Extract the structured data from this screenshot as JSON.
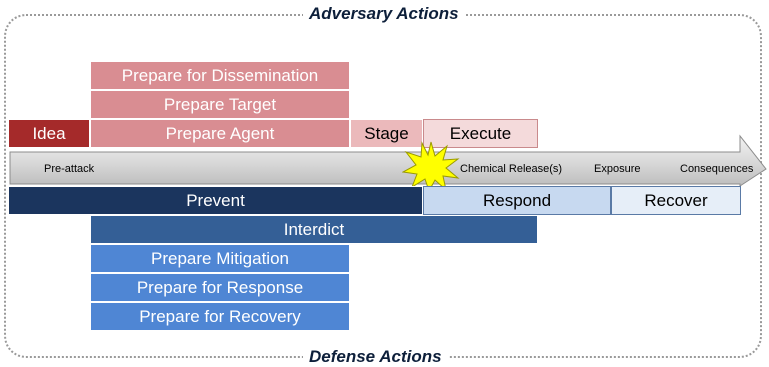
{
  "captions": {
    "top": "Adversary Actions",
    "bottom": "Defense Actions"
  },
  "adversary": {
    "dissemination": "Prepare for Dissemination",
    "target": "Prepare Target",
    "idea": "Idea",
    "agent": "Prepare Agent",
    "stage": "Stage",
    "execute": "Execute"
  },
  "timeline": {
    "preattack": "Pre-attack",
    "release": "Chemical Release(s)",
    "exposure": "Exposure",
    "consequences": "Consequences"
  },
  "defense": {
    "prevent": "Prevent",
    "respond": "Respond",
    "recover": "Recover",
    "interdict": "Interdict",
    "mitigation": "Prepare Mitigation",
    "response": "Prepare for Response",
    "recovery": "Prepare for Recovery"
  },
  "colors": {
    "adversary_dark": "#a52a2a",
    "adversary_mid": "#d98d92",
    "defense_dark": "#1b355e",
    "defense_mid": "#345f96",
    "defense_light": "#4f86d4",
    "burst": "#ffff00"
  },
  "icons": {
    "explosion": "explosion-burst-icon",
    "arrow": "timeline-arrow"
  }
}
